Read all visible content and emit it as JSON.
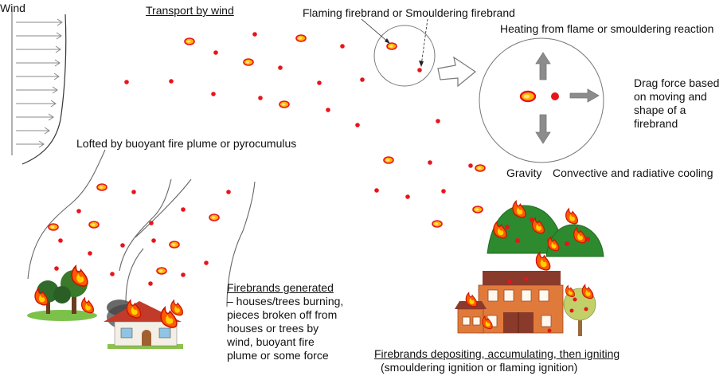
{
  "labels": {
    "wind": "Wind",
    "transport": "Transport by wind",
    "firebrand_types": "Flaming firebrand or Smouldering firebrand",
    "heating": "Heating from flame or smouldering reaction",
    "drag": [
      "Drag force based",
      "on moving and",
      "shape of a",
      "firebrand"
    ],
    "gravity": "Gravity",
    "cooling": "Convective and radiative cooling",
    "lofted": "Lofted by buoyant fire plume or pyrocumulus",
    "generated_title": "Firebrands generated",
    "generated_body": [
      "– houses/trees burning,",
      "pieces broken off from",
      "houses or trees by",
      "wind, buoyant fire",
      "plume or some force"
    ],
    "depositing_title": "Firebrands depositing, accumulating, then igniting",
    "depositing_sub": "(smouldering ignition or flaming ignition)"
  },
  "icons": [
    "wind-profile-arrows",
    "zoom-circle",
    "hollow-arrow",
    "fire-plume-outline",
    "burning-tree-icon",
    "burning-house-icon",
    "burning-hills-icon",
    "brick-house-icon",
    "apple-tree-icon"
  ],
  "colors": {
    "ember": "#e8141c",
    "flame": "#ffb400",
    "flame_core": "#ffe27a",
    "force_arrow": "#8c8c8c",
    "outline": "#666666",
    "hill": "#2e8a2e",
    "brick": "#e07a3b",
    "roof": "#8a3a2a"
  }
}
